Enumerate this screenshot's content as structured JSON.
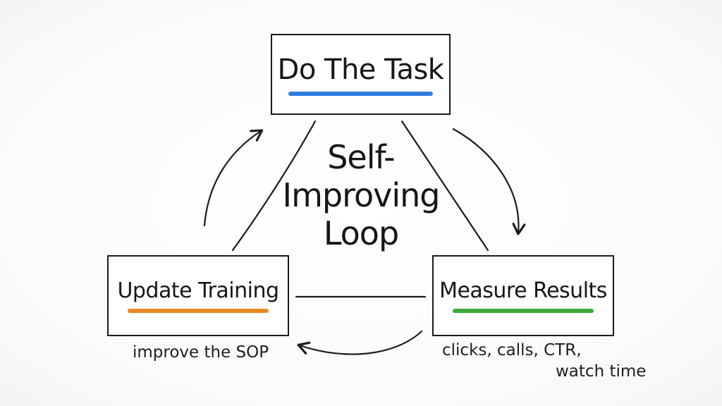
{
  "diagram": {
    "center_title": [
      "Self-",
      "Improving",
      "Loop"
    ],
    "nodes": {
      "top": {
        "label": "Do The Task",
        "accent": "#2f7de0"
      },
      "left": {
        "label": "Update Training",
        "accent": "#e88a22"
      },
      "right": {
        "label": "Measure Results",
        "accent": "#3aa83a"
      }
    },
    "notes": {
      "left": "improve the SOP",
      "right_line1": "clicks, calls, CTR,",
      "right_line2": "watch time"
    },
    "edges": [
      {
        "from": "top",
        "to": "right",
        "style": "curved-arrow"
      },
      {
        "from": "right",
        "to": "left",
        "style": "curved-arrow"
      },
      {
        "from": "left",
        "to": "top",
        "style": "curved-arrow"
      }
    ],
    "ink_color": "#1b1b1b"
  }
}
